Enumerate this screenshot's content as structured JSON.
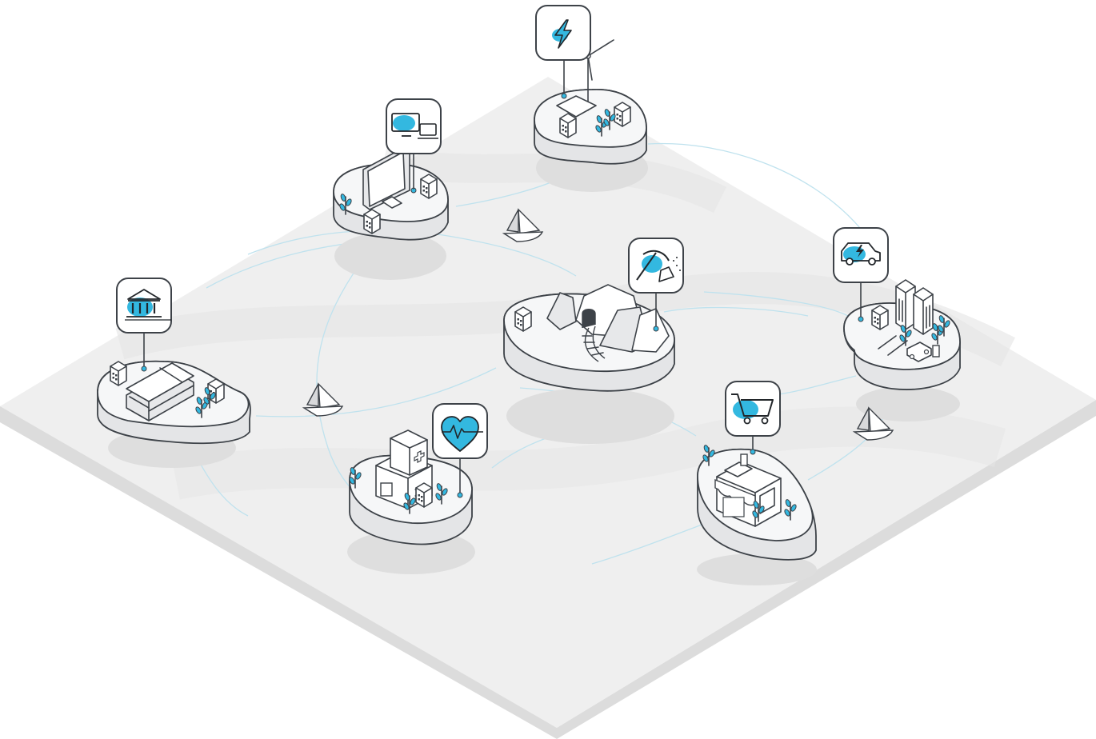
{
  "scene": {
    "colors": {
      "accent": "#33b8e0",
      "outline": "#3d4248",
      "ground": "#ededed",
      "ground_side": "#dcdcdc",
      "island_side": "#e4e5e7",
      "route": "#bfe2ee"
    },
    "islands": [
      {
        "id": "energy",
        "icon": "lightning-bolt-icon",
        "landmark": "wind-turbine"
      },
      {
        "id": "technology",
        "icon": "computer-devices-icon",
        "landmark": "desktop-monitor"
      },
      {
        "id": "finance",
        "icon": "bank-icon",
        "landmark": "stack-of-banknotes"
      },
      {
        "id": "mining",
        "icon": "pickaxe-icon",
        "landmark": "mine-entrance"
      },
      {
        "id": "automotive",
        "icon": "electric-car-icon",
        "landmark": "city-and-car"
      },
      {
        "id": "healthcare",
        "icon": "heart-rate-icon",
        "landmark": "hospital"
      },
      {
        "id": "retail",
        "icon": "shopping-cart-icon",
        "landmark": "storefront"
      }
    ],
    "boats": 3
  }
}
